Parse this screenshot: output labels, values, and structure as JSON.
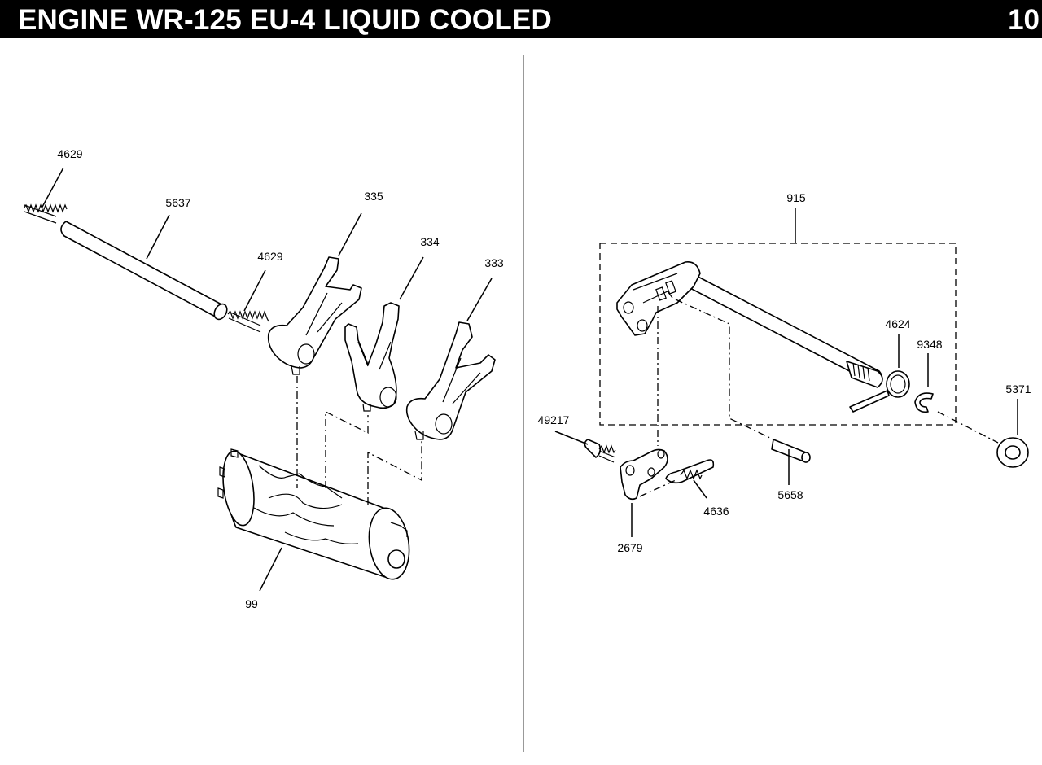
{
  "header": {
    "title": "ENGINE WR-125 EU-4 LIQUID COOLED",
    "page_number": "10"
  },
  "parts": {
    "spring_4629_top": "4629",
    "shaft_5637": "5637",
    "spring_4629_mid": "4629",
    "fork_335": "335",
    "fork_334": "334",
    "fork_333": "333",
    "drum_99": "99",
    "assembly_915": "915",
    "spring_4624": "4624",
    "circlip_9348": "9348",
    "seal_5371": "5371",
    "bolt_49217": "49217",
    "pin_5658": "5658",
    "spring_4636": "4636",
    "lever_2679": "2679"
  },
  "icons": {
    "diagram": "exploded-parts-diagram"
  }
}
